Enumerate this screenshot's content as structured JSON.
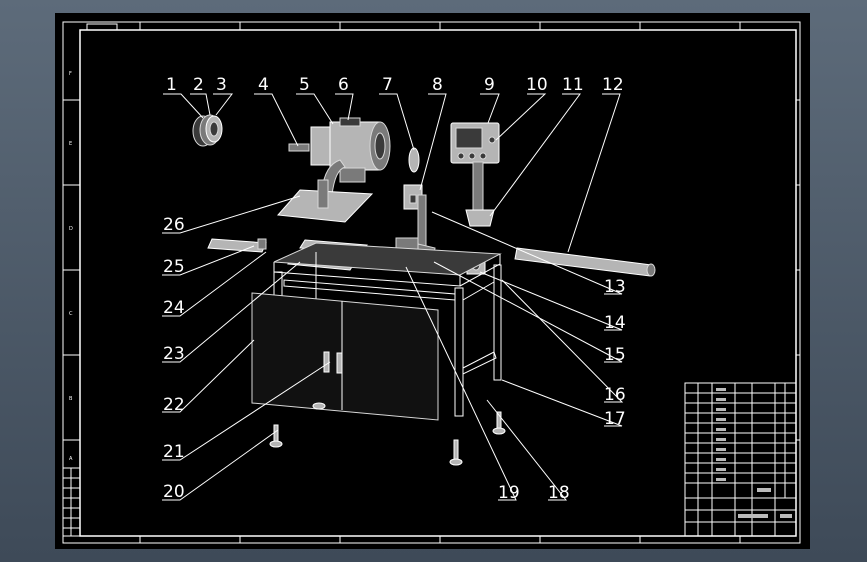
{
  "drawing": {
    "frame_left_marks": [
      "F",
      "E",
      "D",
      "C",
      "B",
      "A"
    ],
    "leaders": [
      "1",
      "2",
      "3",
      "4",
      "5",
      "6",
      "7",
      "8",
      "9",
      "10",
      "11",
      "12",
      "13",
      "14",
      "15",
      "16",
      "17",
      "18",
      "19",
      "20",
      "21",
      "22",
      "23",
      "24",
      "25",
      "26"
    ]
  },
  "colors": {
    "viewport_bg": "#4d5b6b",
    "sheet_bg": "#000000",
    "line": "#ffffff"
  }
}
